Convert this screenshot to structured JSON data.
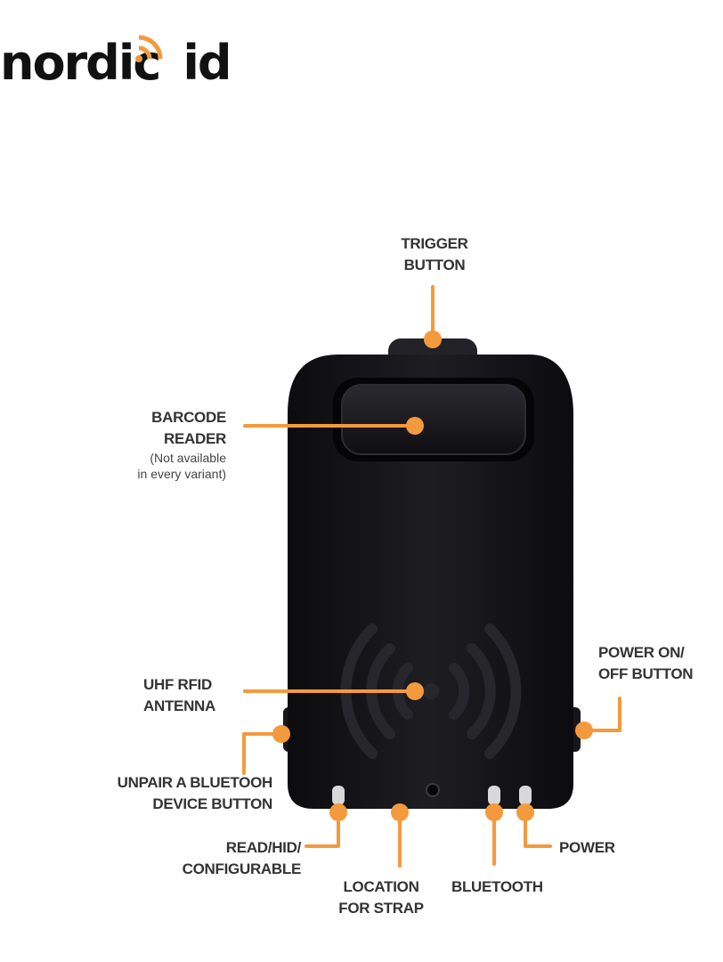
{
  "logo": {
    "word_left": "nordic",
    "word_right": "id"
  },
  "callouts": {
    "trigger": {
      "line1": "TRIGGER",
      "line2": "BUTTON"
    },
    "barcode": {
      "line1": "BARCODE",
      "line2": "READER",
      "note1": "(Not available",
      "note2": "in every variant)"
    },
    "antenna": {
      "line1": "UHF RFID",
      "line2": "ANTENNA"
    },
    "power_button": {
      "line1": "POWER ON/",
      "line2": "OFF BUTTON"
    },
    "unpair": {
      "line1": "UNPAIR A BLUETOOH",
      "line2": "DEVICE BUTTON"
    },
    "read_hid": {
      "line1": "READ/HID/",
      "line2": "CONFIGURABLE"
    },
    "strap": {
      "line1": "LOCATION",
      "line2": "FOR STRAP"
    },
    "bluetooth": {
      "line1": "BLUETOOTH"
    },
    "power_led": {
      "line1": "POWER"
    }
  },
  "colors": {
    "accent": "#f39a3d",
    "device": "#141418",
    "text": "#333333",
    "logo_text": "#111111"
  }
}
